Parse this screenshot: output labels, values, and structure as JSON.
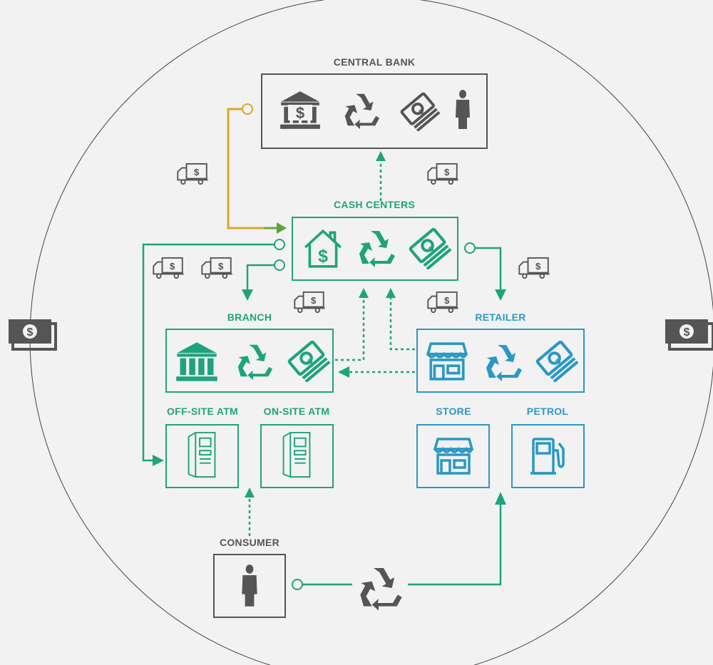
{
  "labels": {
    "central_bank": "CENTRAL BANK",
    "cash_centers": "CASH CENTERS",
    "branch": "BRANCH",
    "retailer": "RETAILER",
    "offsite_atm": "OFF-SITE ATM",
    "onsite_atm": "ON-SITE ATM",
    "store": "STORE",
    "petrol": "PETROL",
    "consumer": "CONSUMER"
  },
  "glyphs": {
    "dollar": "$"
  },
  "colors": {
    "background": "#f2f2f2",
    "gray": "#555555",
    "green": "#1fa37c",
    "blue": "#2a98c4",
    "gold": "#d9a72b"
  },
  "icons": [
    "bank-icon",
    "recycle-icon",
    "banknotes-icon",
    "person-icon",
    "house-dollar-icon",
    "store-icon",
    "atm-icon",
    "fuel-pump-icon",
    "cash-truck-icon"
  ]
}
